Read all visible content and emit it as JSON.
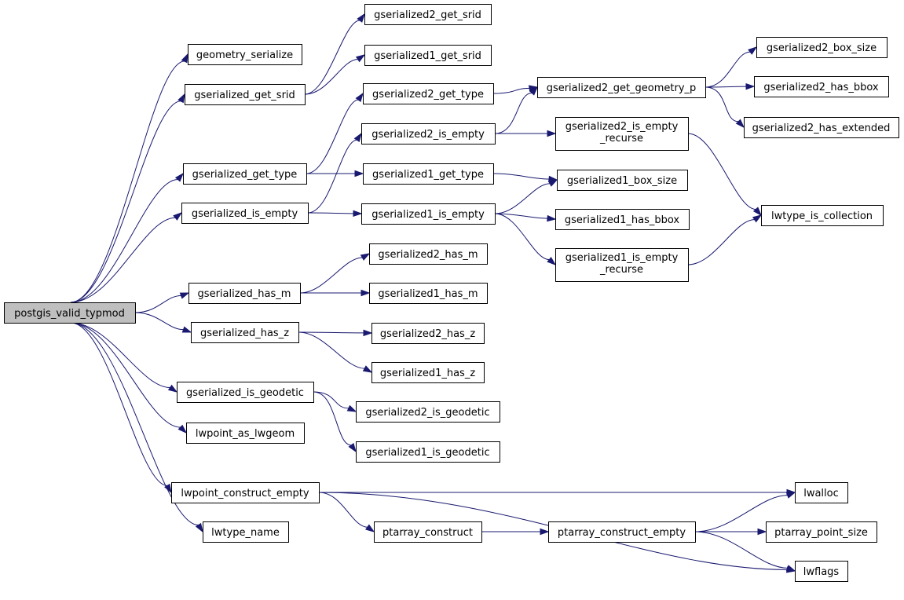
{
  "colors": {
    "edge": "#191970",
    "root_fill": "#bfbfbf",
    "node_fill": "#ffffff",
    "border": "#000000"
  },
  "nodes": {
    "root": "postgis_valid_typmod",
    "geometry_serialize": "geometry_serialize",
    "gserialized_get_srid": "gserialized_get_srid",
    "gserialized_get_type": "gserialized_get_type",
    "gserialized_is_empty": "gserialized_is_empty",
    "gserialized_has_m": "gserialized_has_m",
    "gserialized_has_z": "gserialized_has_z",
    "gserialized_is_geodetic": "gserialized_is_geodetic",
    "lwpoint_as_lwgeom": "lwpoint_as_lwgeom",
    "lwpoint_construct_empty": "lwpoint_construct_empty",
    "lwtype_name": "lwtype_name",
    "gserialized2_get_srid": "gserialized2_get_srid",
    "gserialized1_get_srid": "gserialized1_get_srid",
    "gserialized2_get_type": "gserialized2_get_type",
    "gserialized2_is_empty": "gserialized2_is_empty",
    "gserialized1_get_type": "gserialized1_get_type",
    "gserialized1_is_empty": "gserialized1_is_empty",
    "gserialized2_has_m": "gserialized2_has_m",
    "gserialized1_has_m": "gserialized1_has_m",
    "gserialized2_has_z": "gserialized2_has_z",
    "gserialized1_has_z": "gserialized1_has_z",
    "gserialized2_is_geodetic": "gserialized2_is_geodetic",
    "gserialized1_is_geodetic": "gserialized1_is_geodetic",
    "ptarray_construct": "ptarray_construct",
    "gserialized2_get_geometry_p": "gserialized2_get_geometry_p",
    "gserialized2_is_empty_recurse": [
      "gserialized2_is_empty",
      "_recurse"
    ],
    "gserialized1_box_size": "gserialized1_box_size",
    "gserialized1_has_bbox": "gserialized1_has_bbox",
    "gserialized1_is_empty_recurse": [
      "gserialized1_is_empty",
      "_recurse"
    ],
    "ptarray_construct_empty": "ptarray_construct_empty",
    "gserialized2_box_size": "gserialized2_box_size",
    "gserialized2_has_bbox": "gserialized2_has_bbox",
    "gserialized2_has_extended": "gserialized2_has_extended",
    "lwtype_is_collection": "lwtype_is_collection",
    "lwalloc": "lwalloc",
    "ptarray_point_size": "ptarray_point_size",
    "lwflags": "lwflags"
  },
  "edges": [
    [
      "root",
      "geometry_serialize"
    ],
    [
      "root",
      "gserialized_get_srid"
    ],
    [
      "root",
      "gserialized_get_type"
    ],
    [
      "root",
      "gserialized_is_empty"
    ],
    [
      "root",
      "gserialized_has_m"
    ],
    [
      "root",
      "gserialized_has_z"
    ],
    [
      "root",
      "gserialized_is_geodetic"
    ],
    [
      "root",
      "lwpoint_as_lwgeom"
    ],
    [
      "root",
      "lwpoint_construct_empty"
    ],
    [
      "root",
      "lwtype_name"
    ],
    [
      "gserialized_get_srid",
      "gserialized2_get_srid"
    ],
    [
      "gserialized_get_srid",
      "gserialized1_get_srid"
    ],
    [
      "gserialized_get_type",
      "gserialized2_get_type"
    ],
    [
      "gserialized_get_type",
      "gserialized1_get_type"
    ],
    [
      "gserialized_is_empty",
      "gserialized2_is_empty"
    ],
    [
      "gserialized_is_empty",
      "gserialized1_is_empty"
    ],
    [
      "gserialized_has_m",
      "gserialized2_has_m"
    ],
    [
      "gserialized_has_m",
      "gserialized1_has_m"
    ],
    [
      "gserialized_has_z",
      "gserialized2_has_z"
    ],
    [
      "gserialized_has_z",
      "gserialized1_has_z"
    ],
    [
      "gserialized_is_geodetic",
      "gserialized2_is_geodetic"
    ],
    [
      "gserialized_is_geodetic",
      "gserialized1_is_geodetic"
    ],
    [
      "lwpoint_construct_empty",
      "lwalloc"
    ],
    [
      "lwpoint_construct_empty",
      "ptarray_construct"
    ],
    [
      "lwpoint_construct_empty",
      "lwflags"
    ],
    [
      "gserialized2_get_type",
      "gserialized2_get_geometry_p"
    ],
    [
      "gserialized2_is_empty",
      "gserialized2_get_geometry_p"
    ],
    [
      "gserialized2_is_empty",
      "gserialized2_is_empty_recurse"
    ],
    [
      "gserialized1_get_type",
      "gserialized1_box_size"
    ],
    [
      "gserialized1_is_empty",
      "gserialized1_box_size"
    ],
    [
      "gserialized1_is_empty",
      "gserialized1_has_bbox"
    ],
    [
      "gserialized1_is_empty",
      "gserialized1_is_empty_recurse"
    ],
    [
      "gserialized2_get_geometry_p",
      "gserialized2_box_size"
    ],
    [
      "gserialized2_get_geometry_p",
      "gserialized2_has_bbox"
    ],
    [
      "gserialized2_get_geometry_p",
      "gserialized2_has_extended"
    ],
    [
      "gserialized2_is_empty_recurse",
      "lwtype_is_collection"
    ],
    [
      "gserialized1_is_empty_recurse",
      "lwtype_is_collection"
    ],
    [
      "ptarray_construct",
      "ptarray_construct_empty"
    ],
    [
      "ptarray_construct_empty",
      "lwalloc"
    ],
    [
      "ptarray_construct_empty",
      "ptarray_point_size"
    ],
    [
      "ptarray_construct_empty",
      "lwflags"
    ]
  ]
}
